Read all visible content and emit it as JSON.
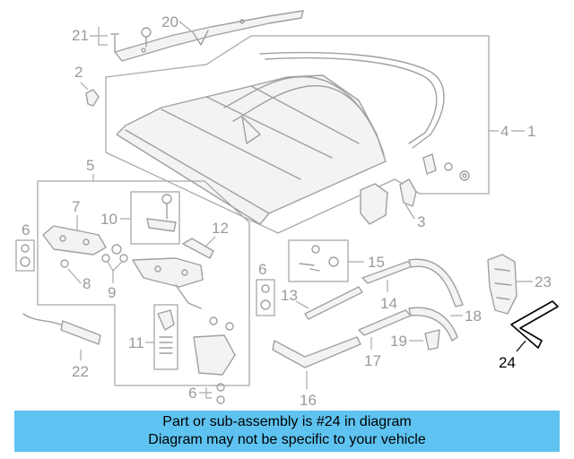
{
  "callouts": {
    "c1": "1",
    "c2": "2",
    "c3": "3",
    "c4": "4",
    "c5": "5",
    "c6a": "6",
    "c6b": "6",
    "c6c": "6",
    "c7": "7",
    "c8": "8",
    "c9": "9",
    "c10": "10",
    "c11": "11",
    "c12": "12",
    "c13": "13",
    "c14": "14",
    "c15": "15",
    "c16": "16",
    "c17": "17",
    "c18": "18",
    "c19": "19",
    "c20": "20",
    "c21": "21",
    "c22": "22",
    "c23": "23",
    "c24": "24"
  },
  "highlighted_part": "24",
  "banner": {
    "line1": "Part or sub-assembly is #24 in diagram",
    "line2": "Diagram may not be specific to your vehicle",
    "color": "#5ec3f1"
  }
}
